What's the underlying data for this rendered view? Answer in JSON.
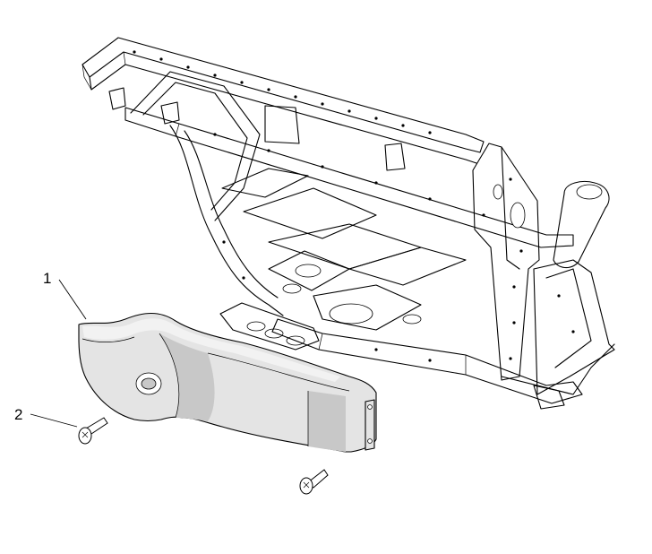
{
  "callouts": [
    {
      "id": "1",
      "label": "1",
      "part": "side-guard"
    },
    {
      "id": "2",
      "label": "2",
      "part": "bolt"
    }
  ],
  "colors": {
    "line": "#000000",
    "background": "#ffffff",
    "guard_mid": "#e4e4e4",
    "guard_shadow": "#c8c8c8",
    "guard_highlight": "#f2f2f2"
  }
}
